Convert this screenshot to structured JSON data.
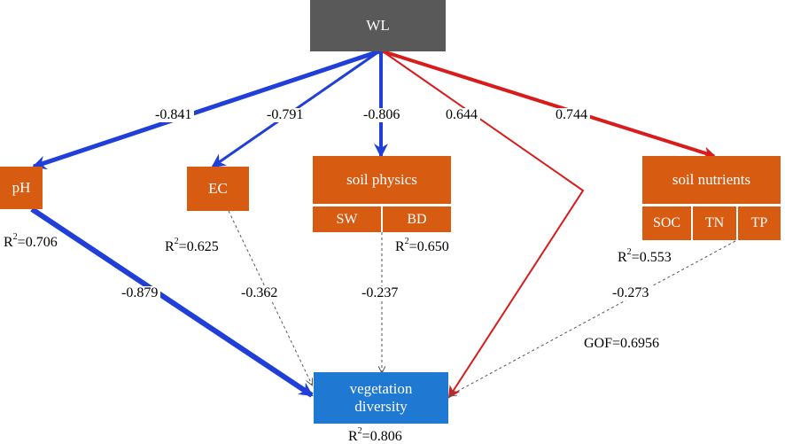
{
  "colors": {
    "negative": "#1F3FD8",
    "positive": "#D81C1C",
    "node_fill": "#D85B12",
    "root_fill": "#595959",
    "target_fill": "#1F78D1",
    "dashed": "#555555"
  },
  "nodes": {
    "wl": "WL",
    "ph": "pH",
    "ec": "EC",
    "soil_physics": "soil physics",
    "sw": "SW",
    "bd": "BD",
    "soil_nutrients": "soil nutrients",
    "soc": "SOC",
    "tn": "TN",
    "tp": "TP",
    "vegetation_line1": "vegetation",
    "vegetation_line2": "diversity"
  },
  "paths": {
    "wl_ph": "-0.841",
    "wl_ec": "-0.791",
    "wl_soil_physics": "-0.806",
    "wl_vegetation": "0.644",
    "wl_soil_nutrients": "0.744",
    "ph_vegetation": "-0.879",
    "ec_vegetation": "-0.362",
    "soil_physics_vegetation": "-0.237",
    "soil_nutrients_vegetation": "-0.273"
  },
  "r2": {
    "prefix": "R",
    "sup": "2",
    "ph": "=0.706",
    "ec": "=0.625",
    "soil_physics": "=0.650",
    "soil_nutrients": "=0.553",
    "vegetation": "=0.806"
  },
  "gof": "GOF=0.6956"
}
